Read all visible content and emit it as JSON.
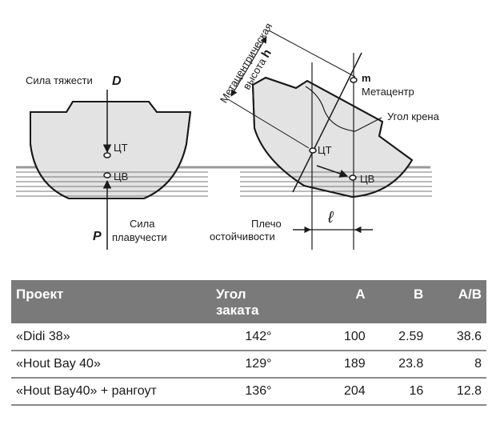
{
  "diagram": {
    "left": {
      "gravity_label": "Сила тяжести",
      "gravity_symbol": "D",
      "cg_label": "ЦТ",
      "cb_label": "ЦВ",
      "buoyancy_label_1": "Сила",
      "buoyancy_label_2": "плавучести",
      "buoyancy_symbol": "P"
    },
    "right": {
      "metacentric_height_line1": "Метацентрическая",
      "metacentric_height_line2": "высота",
      "metacentric_height_symbol": "h",
      "metacenter_symbol": "m",
      "metacenter_label": "Метацентр",
      "heel_angle_label": "Угол крена",
      "cg_label": "ЦТ",
      "cb_label": "ЦВ",
      "lever_label_1": "Плечо",
      "lever_label_2": "остойчивости",
      "lever_symbol": "ℓ"
    },
    "colors": {
      "hull": "#e3e3e3",
      "water": "#9a9a9a",
      "lines": "#1a1a1a"
    }
  },
  "table": {
    "headers": {
      "project": "Проект",
      "angle_line1": "Угол",
      "angle_line2": "заката",
      "a": "A",
      "b": "B",
      "ab": "A/B"
    },
    "rows": [
      {
        "project": "«Didi 38»",
        "angle": "142°",
        "a": "100",
        "b": "2.59",
        "ab": "38.6"
      },
      {
        "project": "«Hout Bay 40»",
        "angle": "129°",
        "a": "189",
        "b": "23.8",
        "ab": "8"
      },
      {
        "project": "«Hout Bay40» + рангоут",
        "angle": "136°",
        "a": "204",
        "b": "16",
        "ab": "12.8"
      }
    ],
    "header_bg": "#7a7a7a"
  }
}
